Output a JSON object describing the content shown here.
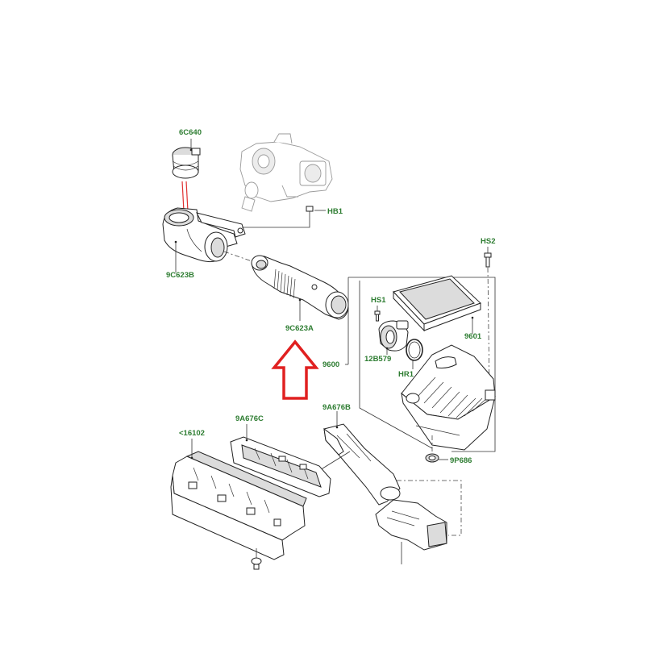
{
  "callouts": {
    "c6C640": "6C640",
    "cHB1": "HB1",
    "c9C623B": "9C623B",
    "c9C623A": "9C623A",
    "cHS2": "HS2",
    "cHS1": "HS1",
    "c9601": "9601",
    "c12B579": "12B579",
    "c9600": "9600",
    "cHR1": "HR1",
    "c9A676C": "9A676C",
    "c16102": "<16102",
    "c9A676B": "9A676B",
    "c9P686": "9P686"
  },
  "colors": {
    "label_green": "#2e7d32",
    "highlight_arrow": "#e02020",
    "highlight_clamp": "#e03030",
    "line": "#222222"
  },
  "highlight": {
    "type": "up-arrow",
    "target_part": "9C623A"
  }
}
